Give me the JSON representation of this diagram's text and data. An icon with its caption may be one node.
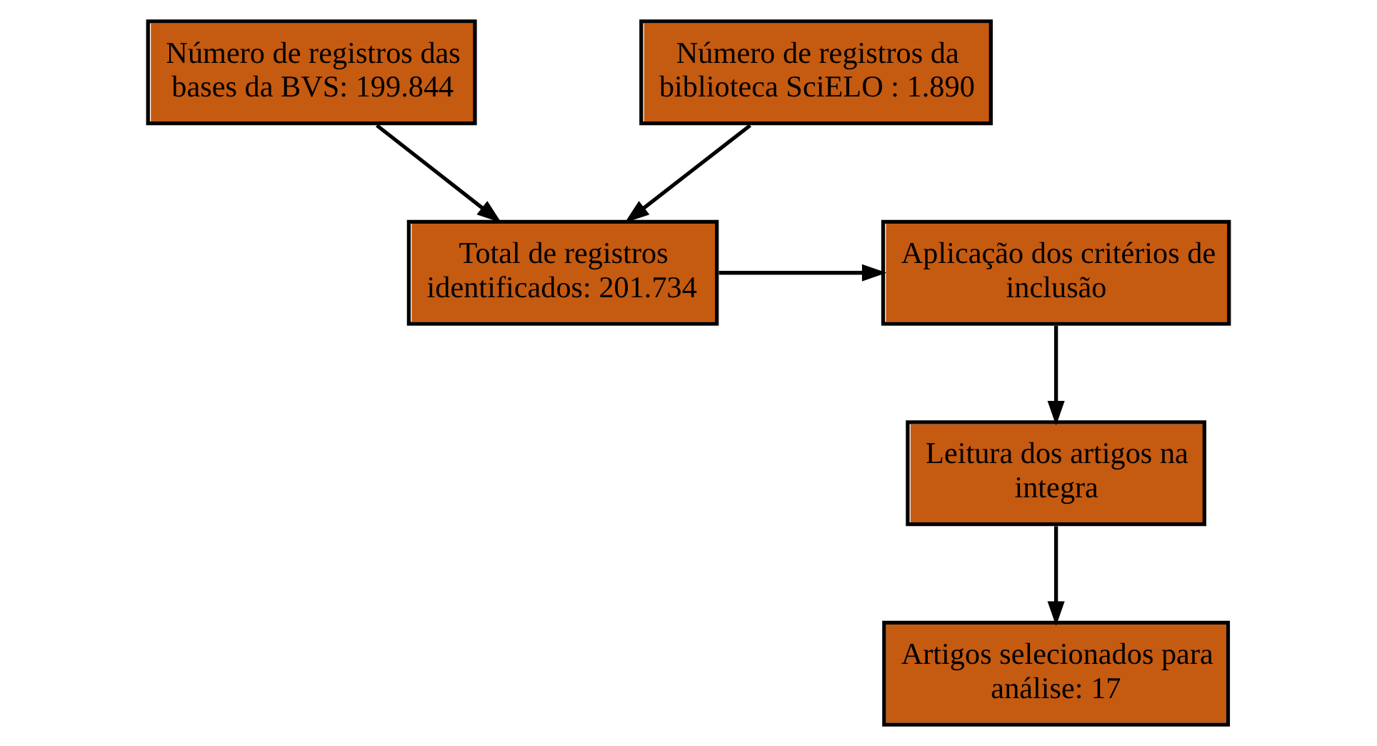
{
  "diagram": {
    "nodes": [
      {
        "text": [
          "Número de registros das bases da BVS: 199.844"
        ]
      },
      {
        "text": [
          "Número de registros da biblioteca SciELO : 1.890"
        ]
      },
      {
        "text": [
          "Total de registros identificados: 201.734"
        ]
      },
      {
        "text": [
          "Aplicação dos critérios de inclusão"
        ]
      },
      {
        "text": [
          "Leitura dos artigos na integra"
        ]
      },
      {
        "text": [
          "Artigos selecionados para análise: 17"
        ]
      }
    ],
    "edges": [
      {
        "from": 0,
        "to": 2,
        "arrow": "to"
      },
      {
        "from": 1,
        "to": 2,
        "arrow": "to"
      },
      {
        "from": 2,
        "to": 3,
        "arrow": "to"
      },
      {
        "from": 3,
        "to": 4,
        "arrow": "to"
      },
      {
        "from": 4,
        "to": 5,
        "arrow": "to"
      }
    ]
  }
}
